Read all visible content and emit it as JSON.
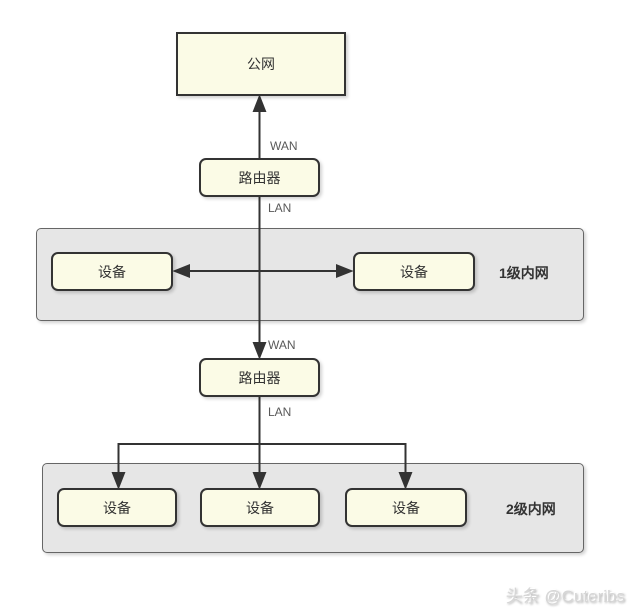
{
  "page": {
    "watermark": "头条 @Cuteribs"
  },
  "diagram": {
    "type": "network-topology",
    "nodes": {
      "public_network": {
        "label": "公网"
      },
      "router_1": {
        "label": "路由器"
      },
      "router_2": {
        "label": "路由器"
      }
    },
    "devices_level1": [
      {
        "label": "设备"
      },
      {
        "label": "设备"
      }
    ],
    "devices_level2": [
      {
        "label": "设备"
      },
      {
        "label": "设备"
      },
      {
        "label": "设备"
      }
    ],
    "bands": {
      "level1": {
        "label": "1级内网"
      },
      "level2": {
        "label": "2级内网"
      }
    },
    "edge_labels": {
      "wan_1": "WAN",
      "lan_1": "LAN",
      "wan_2": "WAN",
      "lan_2": "LAN"
    },
    "colors": {
      "node_fill": "#fbfbe6",
      "node_border": "#333333",
      "band_fill": "#e6e6e6",
      "band_border": "#666666",
      "connector": "#333333",
      "edge_label_text": "#595959",
      "node_text": "#333333",
      "watermark_text": "#d6d6d6"
    }
  }
}
